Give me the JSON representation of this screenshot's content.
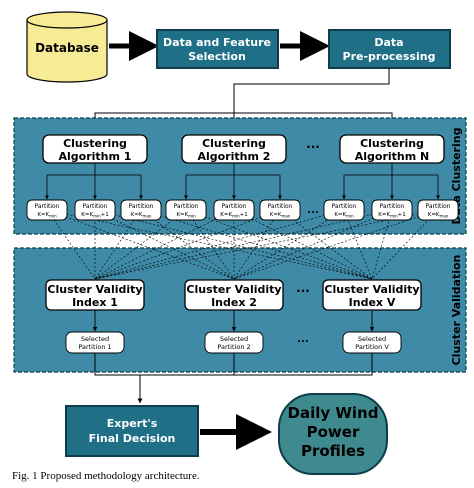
{
  "top": {
    "database": "Database",
    "feature_selection_1": "Data and Feature",
    "feature_selection_2": "Selection",
    "preprocessing_1": "Data",
    "preprocessing_2": "Pre-processing"
  },
  "clustering": {
    "band_label": "Data Clustering",
    "dots": "...",
    "algorithms": [
      {
        "line1": "Clustering",
        "line2": "Algorithm 1"
      },
      {
        "line1": "Clustering",
        "line2": "Algorithm 2"
      },
      {
        "line1": "Clustering",
        "line2": "Algorithm N"
      }
    ],
    "partition_label": "Partition",
    "partitions": [
      {
        "k": "K=K",
        "sub": "min",
        "suffix": ""
      },
      {
        "k": "K=K",
        "sub": "min",
        "suffix": "+1"
      },
      {
        "k": "K=K",
        "sub": "max",
        "suffix": ""
      }
    ]
  },
  "validation": {
    "band_label": "Cluster Validation",
    "dots": "...",
    "indices": [
      {
        "line1": "Cluster Validity",
        "line2": "Index 1"
      },
      {
        "line1": "Cluster Validity",
        "line2": "Index 2"
      },
      {
        "line1": "Cluster Validity",
        "line2": "Index V"
      }
    ],
    "selected": [
      {
        "line1": "Selected",
        "line2": "Partition 1"
      },
      {
        "line1": "Selected",
        "line2": "Partition 2"
      },
      {
        "line1": "Selected",
        "line2": "Partition V"
      }
    ]
  },
  "bottom": {
    "decision_1": "Expert's",
    "decision_2": "Final Decision",
    "output_1": "Daily Wind",
    "output_2": "Power",
    "output_3": "Profiles"
  },
  "caption": "Fig. 1  Proposed methodology architecture.",
  "colors": {
    "panel": "#3f8aa6",
    "box": "#1f6f86",
    "box_border": "#0d3d4a",
    "database": "#f7eb96",
    "output": "#3f8a8e"
  }
}
